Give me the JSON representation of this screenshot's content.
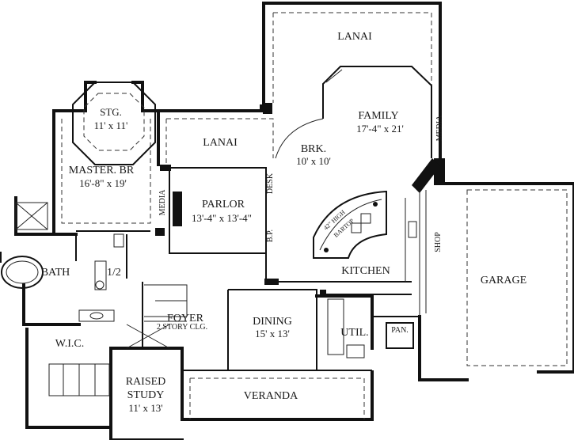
{
  "rooms": {
    "lanai_top": {
      "name": "LANAI"
    },
    "lanai_mid": {
      "name": "LANAI"
    },
    "storage": {
      "name": "STG.",
      "size": "11' x 11'"
    },
    "master": {
      "name": "MASTER. BR",
      "size": "16'-8\" x 19'"
    },
    "family": {
      "name": "FAMILY",
      "size": "17'-4\" x 21'"
    },
    "breakfast": {
      "name": "BRK.",
      "size": "10' x 10'"
    },
    "parlor": {
      "name": "PARLOR",
      "size": "13'-4\" x 13'-4\""
    },
    "bath": {
      "name": "BATH"
    },
    "half_bath": {
      "name": "1/2"
    },
    "kitchen": {
      "name": "KITCHEN"
    },
    "foyer": {
      "name": "FOYER",
      "note": "2 STORY CLG."
    },
    "dining": {
      "name": "DINING",
      "size": "15' x 13'"
    },
    "utility": {
      "name": "UTIL."
    },
    "pantry": {
      "name": "PAN."
    },
    "wic": {
      "name": "W.I.C."
    },
    "study": {
      "name_line1": "RAISED",
      "name_line2": "STUDY",
      "size": "11' x 13'"
    },
    "veranda": {
      "name": "VERANDA"
    },
    "garage": {
      "name": "GARAGE"
    },
    "shop": {
      "name": "SHOP"
    }
  },
  "fixtures": {
    "media_family": "MEDIA",
    "media_parlor": "MEDIA",
    "desk": "DESK",
    "bp": "B.P.",
    "bartop_height": "42\" HIGH",
    "bartop": "BARTOP"
  }
}
